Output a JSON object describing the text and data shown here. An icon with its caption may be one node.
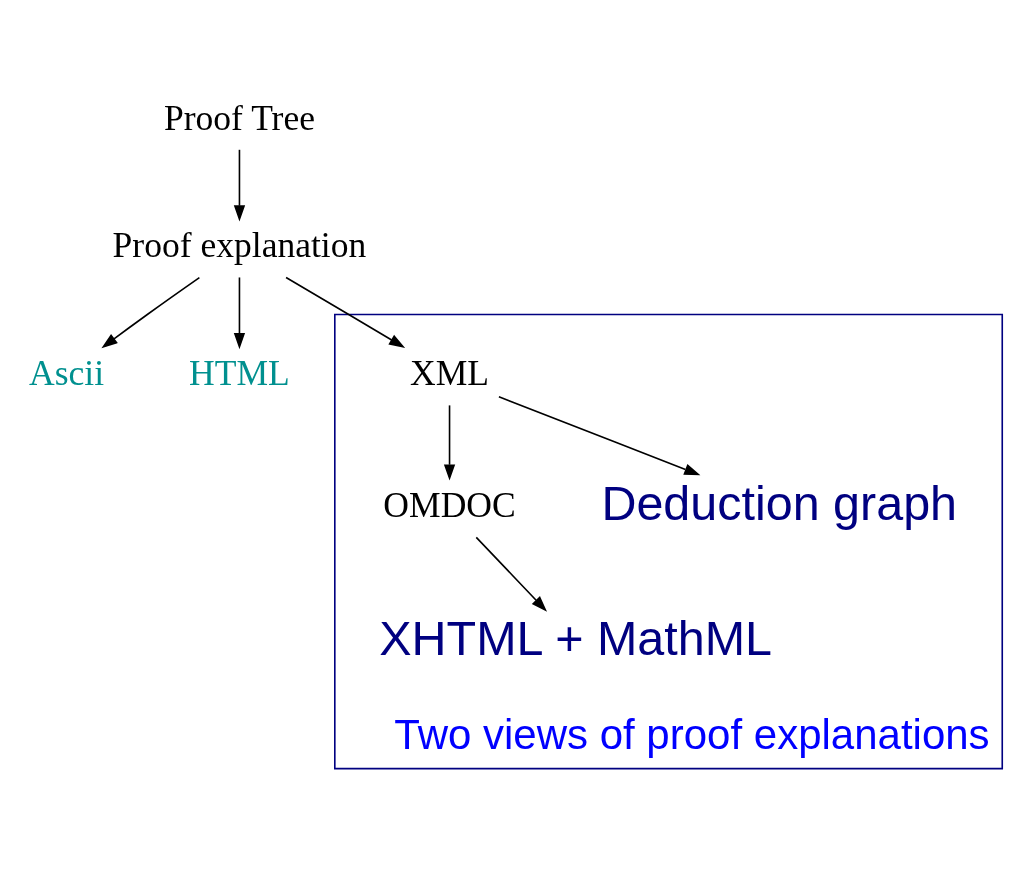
{
  "diagram": {
    "nodes": [
      {
        "text": [
          "Proof Tree"
        ]
      },
      {
        "text": [
          "Proof explanation"
        ]
      },
      {
        "text": [
          "Ascii"
        ]
      },
      {
        "text": [
          "HTML"
        ]
      },
      {
        "text": [
          "Two views of proof explanations"
        ]
      },
      {
        "text": [
          "XML"
        ],
        "in": 4
      },
      {
        "text": [
          "OMDOC"
        ],
        "in": 4
      },
      {
        "text": [
          "Deduction graph"
        ],
        "in": 4
      },
      {
        "text": [
          "XHTML + MathML"
        ],
        "in": 4
      }
    ],
    "edges": [
      {
        "from": 0,
        "to": 1,
        "arrow": "to"
      },
      {
        "from": 1,
        "to": 2,
        "arrow": "to"
      },
      {
        "from": 1,
        "to": 3,
        "arrow": "to"
      },
      {
        "from": 1,
        "to": 5,
        "arrow": "to"
      },
      {
        "from": 5,
        "to": 6,
        "arrow": "to"
      },
      {
        "from": 5,
        "to": 7,
        "arrow": "to"
      },
      {
        "from": 6,
        "to": 8,
        "arrow": "to"
      }
    ]
  }
}
